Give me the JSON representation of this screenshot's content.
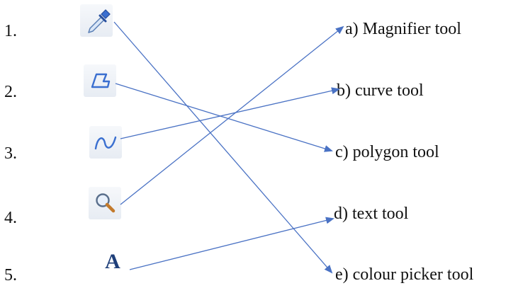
{
  "numbers": [
    "1.",
    "2.",
    "3.",
    "4.",
    "5."
  ],
  "tools": [
    {
      "icon": "colour-picker-icon"
    },
    {
      "icon": "polygon-icon"
    },
    {
      "icon": "curve-icon"
    },
    {
      "icon": "magnifier-icon"
    },
    {
      "icon": "text-icon",
      "glyph": "A"
    }
  ],
  "answers": [
    "a) Magnifier tool",
    "b) curve tool",
    "c) polygon tool",
    "d) text tool",
    "e) colour picker tool"
  ],
  "matches": [
    {
      "from": 1,
      "to": "e"
    },
    {
      "from": 2,
      "to": "c"
    },
    {
      "from": 3,
      "to": "b"
    },
    {
      "from": 4,
      "to": "a"
    },
    {
      "from": 5,
      "to": "d"
    }
  ],
  "colors": {
    "connector": "#4a72c4",
    "icon_blue": "#3a6fd0"
  }
}
